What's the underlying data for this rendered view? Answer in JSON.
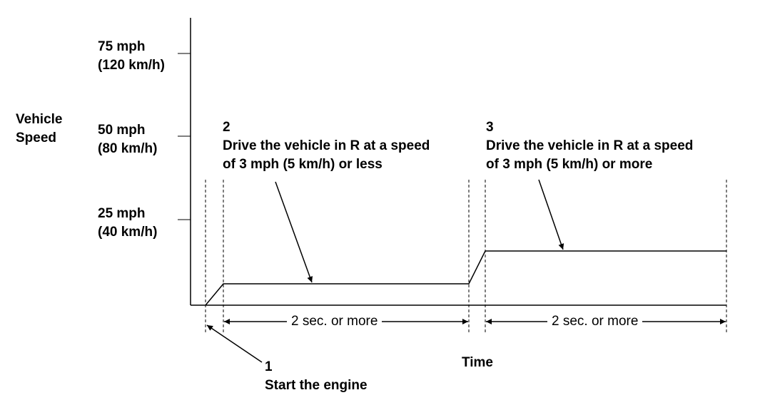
{
  "axis": {
    "y_label_line1": "Vehicle",
    "y_label_line2": "Speed",
    "x_label": "Time"
  },
  "ticks": [
    {
      "mph": "75 mph",
      "kmh": "(120 km/h)"
    },
    {
      "mph": "50 mph",
      "kmh": "(80 km/h)"
    },
    {
      "mph": "25 mph",
      "kmh": "(40 km/h)"
    }
  ],
  "steps": {
    "step1": {
      "number": "1",
      "text": "Start the engine"
    },
    "step2": {
      "number": "2",
      "line1": "Drive the vehicle in R at a speed",
      "line2": "of 3 mph (5 km/h) or less"
    },
    "step3": {
      "number": "3",
      "line1": "Drive the vehicle in R at a speed",
      "line2": "of 3 mph (5 km/h) or more"
    }
  },
  "durations": {
    "interval1": "2 sec. or  more",
    "interval2": "2 sec. or  more"
  },
  "colors": {
    "ink": "#000000",
    "background": "#ffffff"
  }
}
